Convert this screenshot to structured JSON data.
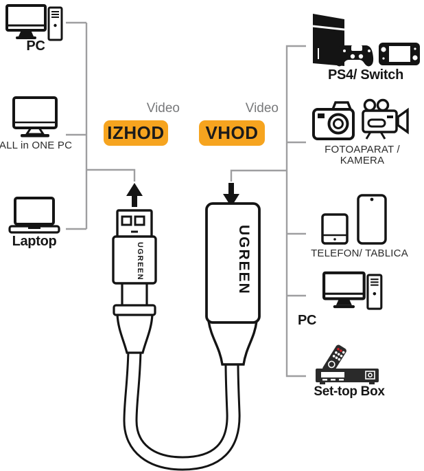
{
  "title": "UGREEN USB HDMI video capture connection diagram",
  "colors": {
    "badge_bg": "#F6A41F",
    "badge_text": "#1b1b1b",
    "connector_gray": "#9e9ea0",
    "caption_gray": "#77787a",
    "icon_black": "#141414",
    "settop_fill": "#2a2a2a",
    "remote_red": "#cc2127"
  },
  "left_devices": [
    {
      "label": "PC",
      "icon": "desktop-pc-icon"
    },
    {
      "label": "ALL in ONE PC",
      "icon": "all-in-one-pc-icon"
    },
    {
      "label": "Laptop",
      "icon": "laptop-icon"
    }
  ],
  "right_devices": [
    {
      "label": "PS4/ Switch",
      "icon": "ps4-switch-icon"
    },
    {
      "label": "FOTOAPARAT / KAMERA",
      "icon": "photo-video-camera-icon"
    },
    {
      "label": "TELEFON/ TABLICA",
      "icon": "phone-tablet-icon"
    },
    {
      "label": "PC",
      "icon": "desktop-pc-icon"
    },
    {
      "label": "Set-top Box",
      "icon": "set-top-box-icon"
    }
  ],
  "video_out": {
    "caption": "Video",
    "badge": "IZHOD"
  },
  "video_in": {
    "caption": "Video",
    "badge": "VHOD"
  },
  "adapter": {
    "brand": "UGREEN",
    "usb_end": "USB-A plug",
    "hdmi_end": "HDMI female socket"
  }
}
